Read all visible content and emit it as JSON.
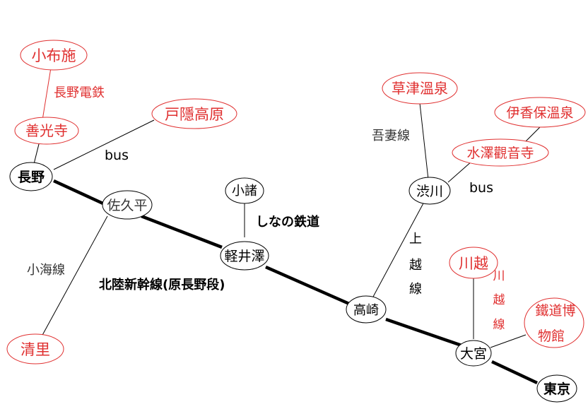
{
  "stations": {
    "nagano": "長野",
    "saku": "佐久平",
    "komoro": "小諸",
    "karuizawa": "軽井澤",
    "takasaki": "高崎",
    "shibukawa": "渋川",
    "omiya": "大宮",
    "tokyo": "東京"
  },
  "destinations": {
    "obuse": "小布施",
    "zenkoji": "善光寺",
    "togakushi": "戸隱高原",
    "kiyosato": "清里",
    "kusatsu": "草津溫泉",
    "ikaho": "伊香保溫泉",
    "mizusawa": "水澤觀音寺",
    "kawagoe": "川越",
    "museum_line1": "鐵道博",
    "museum_line2": "物館"
  },
  "line_labels": {
    "nagano_dentetsu": "長野電鉄",
    "bus_nagano": "bus",
    "bus_shibukawa": "bus",
    "koumi": "小海線",
    "shinano": "しなの鉄道",
    "hokuriku": "北陸新幹線(原長野段)",
    "agatsuma": "吾妻線",
    "joetsu": [
      "上",
      "越",
      "線"
    ],
    "kawagoe_line": [
      "川",
      "越",
      "線"
    ]
  },
  "colors": {
    "station": "#000000",
    "destination": "#e03030"
  }
}
